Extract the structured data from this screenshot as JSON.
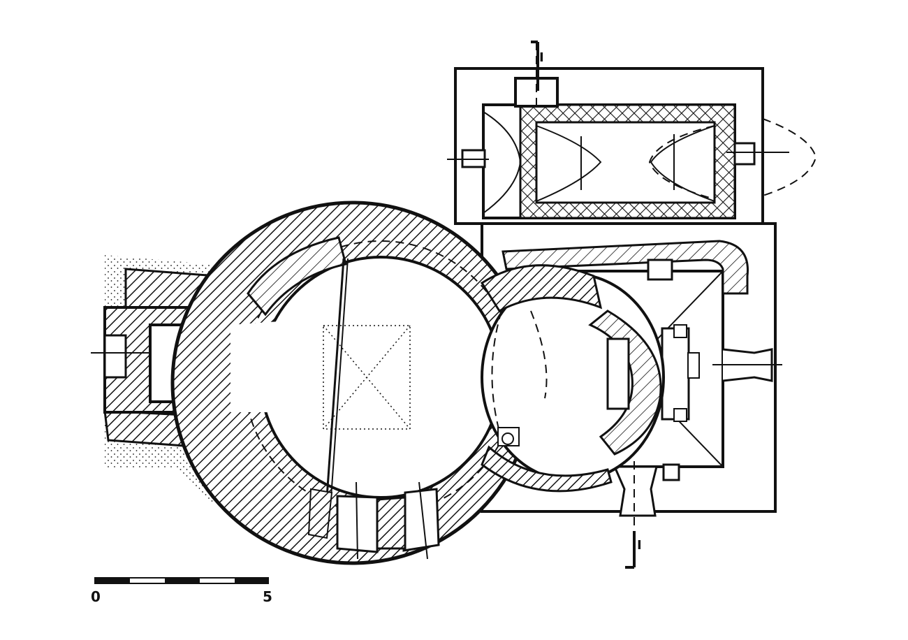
{
  "scale_bar": {
    "start_label": "0",
    "end_label": "5"
  },
  "section_markers": {
    "top": "I",
    "bottom": "I"
  },
  "colors": {
    "ink": "#111111",
    "paper": "#ffffff"
  }
}
